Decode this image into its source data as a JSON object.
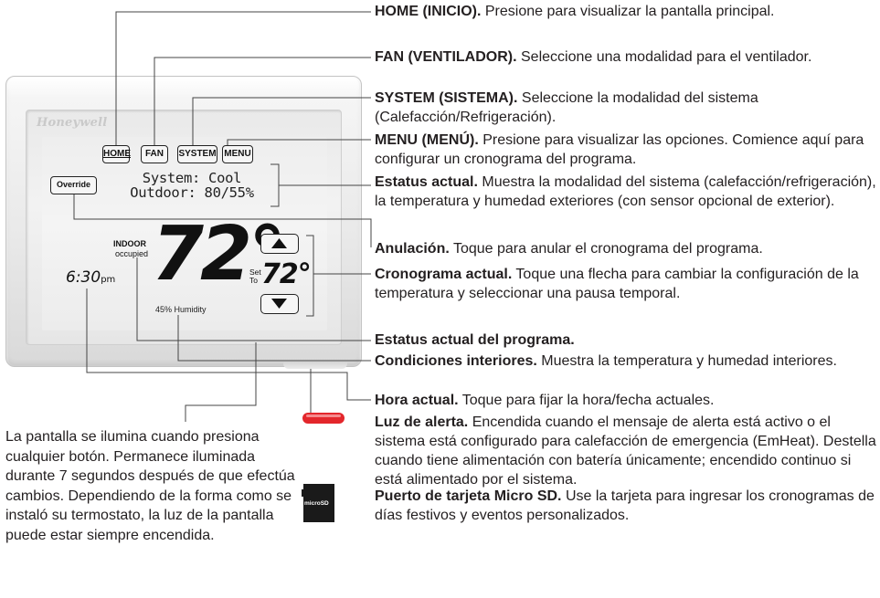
{
  "device": {
    "brand": "Honeywell",
    "buttons": {
      "home": "HOME",
      "fan": "FAN",
      "system": "SYSTEM",
      "menu": "MENU"
    },
    "override": "Override",
    "status_line1": "System: Cool",
    "status_line2": "Outdoor: 80/55%",
    "indoor_label": "INDOOR",
    "occupied_label": "occupied",
    "indoor_temp": "72°",
    "humidity": "45% Humidity",
    "time": "6:30",
    "time_suffix": "pm",
    "set_label_1": "Set",
    "set_label_2": "To",
    "set_temp": "72°"
  },
  "callouts": [
    {
      "title": "HOME (INICIO).",
      "text": " Presione para visualizar la pantalla principal."
    },
    {
      "title": "FAN (VENTILADOR).",
      "text": " Seleccione una modalidad para el ventilador."
    },
    {
      "title": "SYSTEM (SISTEMA).",
      "text": " Seleccione la modalidad del sistema (Calefacción/Refrigeración)."
    },
    {
      "title": "MENU (MENÚ).",
      "text": " Presione para visualizar las opciones. Comience aquí para configurar un cronograma del programa."
    },
    {
      "title": "Estatus actual.",
      "text": " Muestra la modalidad del sistema (calefacción/refrigeración), la temperatura y humedad exteriores (con sensor opcional de exterior)."
    },
    {
      "title": "Anulación.",
      "text": " Toque para anular el cronograma del programa."
    },
    {
      "title": "Cronograma actual.",
      "text": " Toque una flecha para cambiar la configuración de la temperatura y seleccionar una pausa temporal."
    },
    {
      "title": "Estatus actual del programa.",
      "text": ""
    },
    {
      "title": "Condiciones interiores.",
      "text": " Muestra la temperatura y humedad interiores."
    },
    {
      "title": "Hora actual.",
      "text": " Toque para fijar la hora/fecha actuales."
    },
    {
      "title": "Luz de alerta.",
      "text": " Encendida cuando el mensaje de alerta está activo o el sistema está configurado para calefacción de emergencia (EmHeat). Destella cuando tiene alimentación con batería únicamente; encendido continuo si está alimentado por el sistema."
    },
    {
      "title": "Puerto de tarjeta Micro SD.",
      "text": " Use la tarjeta para ingresar los cronogramas de días festivos y eventos personalizados."
    }
  ],
  "sd_card_label": "microSD",
  "note": "La pantalla se ilumina cuando presiona cualquier botón. Permanece iluminada durante 7 segundos después de que efectúa cambios. Dependiendo de la forma como se instaló su termostato, la luz de la pantalla puede estar siempre encendida.",
  "colors": {
    "alert_light": "#e3262b",
    "sd_card": "#1a1a1a"
  }
}
